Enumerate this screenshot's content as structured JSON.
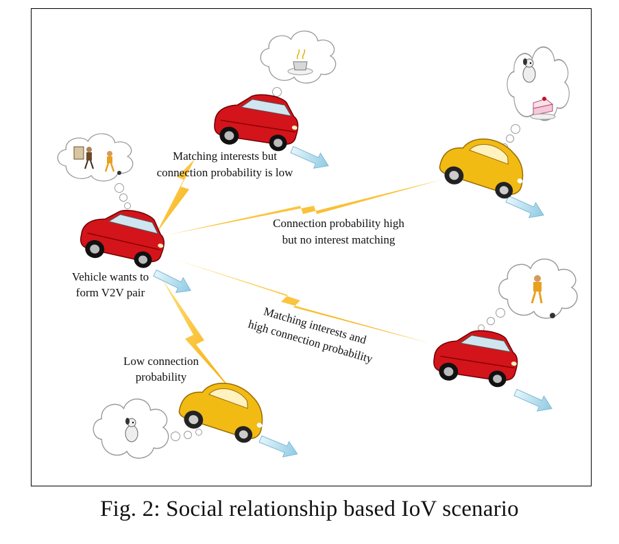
{
  "figure": {
    "caption": "Fig. 2: Social relationship based IoV scenario"
  },
  "labels": {
    "source_line1": "Vehicle wants to",
    "source_line2": "form V2V pair",
    "top_line1": "Matching interests but",
    "top_line2": "connection probability is low",
    "right_line1": "Connection probability high",
    "right_line2": "but no interest matching",
    "diag_line1": "Matching interests and",
    "diag_line2": "high connection probability",
    "bottom_line1": "Low connection",
    "bottom_line2": "probability"
  },
  "vehicles": [
    {
      "id": "source",
      "color": "#d3141b"
    },
    {
      "id": "top",
      "color": "#d3141b"
    },
    {
      "id": "right-upper",
      "color": "#f2bb14"
    },
    {
      "id": "right-lower",
      "color": "#d3141b"
    },
    {
      "id": "bottom",
      "color": "#f2bb14"
    }
  ],
  "interests": [
    {
      "vehicle": "source",
      "icons": [
        "painter-icon",
        "soccer-player-icon"
      ]
    },
    {
      "vehicle": "top",
      "icons": [
        "coffee-cup-icon"
      ]
    },
    {
      "vehicle": "right-upper",
      "icons": [
        "dog-icon",
        "cake-icon"
      ]
    },
    {
      "vehicle": "right-lower",
      "icons": [
        "soccer-player-icon"
      ]
    },
    {
      "vehicle": "bottom",
      "icons": [
        "dog-icon"
      ]
    }
  ],
  "colors": {
    "red_car": "#d3141b",
    "yellow_car": "#f2bb14",
    "lightning": "#f5b700",
    "arrow": "#9fd4ea",
    "frame": "#000000"
  }
}
